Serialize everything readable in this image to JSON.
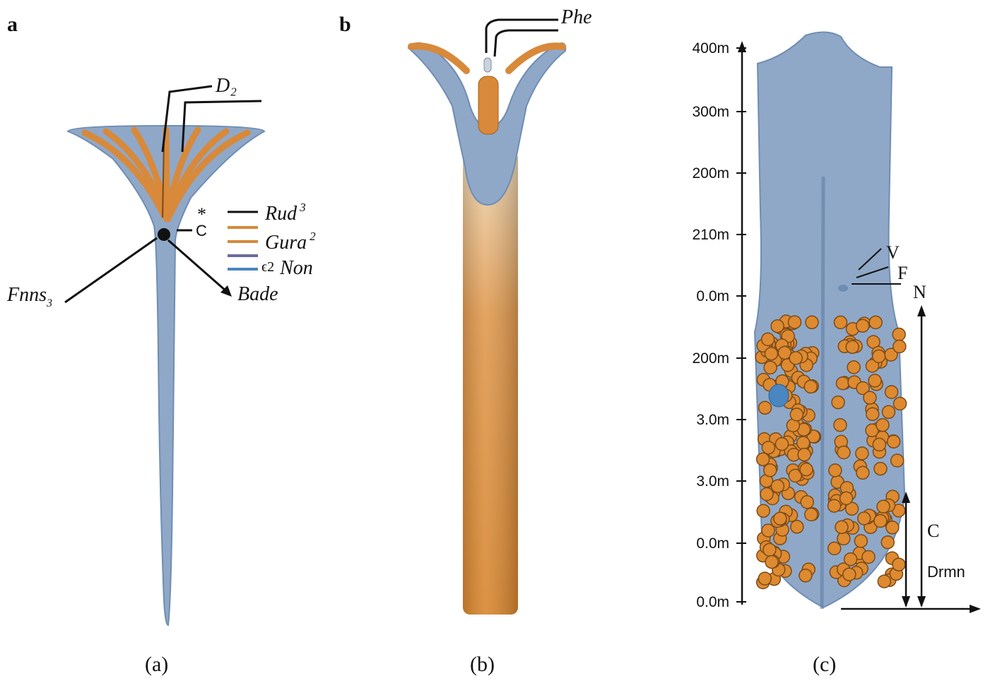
{
  "panels": {
    "a": {
      "letter": "a",
      "caption": "(a)",
      "label_d": "D₂",
      "label_c": "C",
      "label_star": "*",
      "label_fnns": "Fnns",
      "label_fnns_sub": "3",
      "label_bade": "Bade"
    },
    "b": {
      "letter": "b",
      "caption": "(b)",
      "label_phe": "Phe"
    },
    "c": {
      "caption": "(c)",
      "label_v": "V",
      "label_f": "F",
      "label_n": "N",
      "label_c": "C",
      "label_drmn": "Drmn",
      "axis_ticks": [
        "400m",
        "300m",
        "200m",
        "210m",
        "0.0m",
        "200m",
        "3.0m",
        "3.0m",
        "0.0m",
        "0.0m"
      ]
    }
  },
  "legend": [
    {
      "label": "Rud",
      "sup": "3",
      "color": "#111111"
    },
    {
      "label": "Gura",
      "sup": "2",
      "color": "#d48a3a"
    },
    {
      "label": "",
      "sup": "",
      "color": "#d48a3a"
    },
    {
      "label": "",
      "sup": "",
      "color": "#6a6a9a"
    },
    {
      "label": "Non",
      "sup": "ϵ2",
      "color": "#4a86c0"
    }
  ],
  "colors": {
    "tissue": "#8fa8c8",
    "tissue_dark": "#6f8db3",
    "orange": "#d8893a",
    "orange_dark": "#a85f1c"
  }
}
